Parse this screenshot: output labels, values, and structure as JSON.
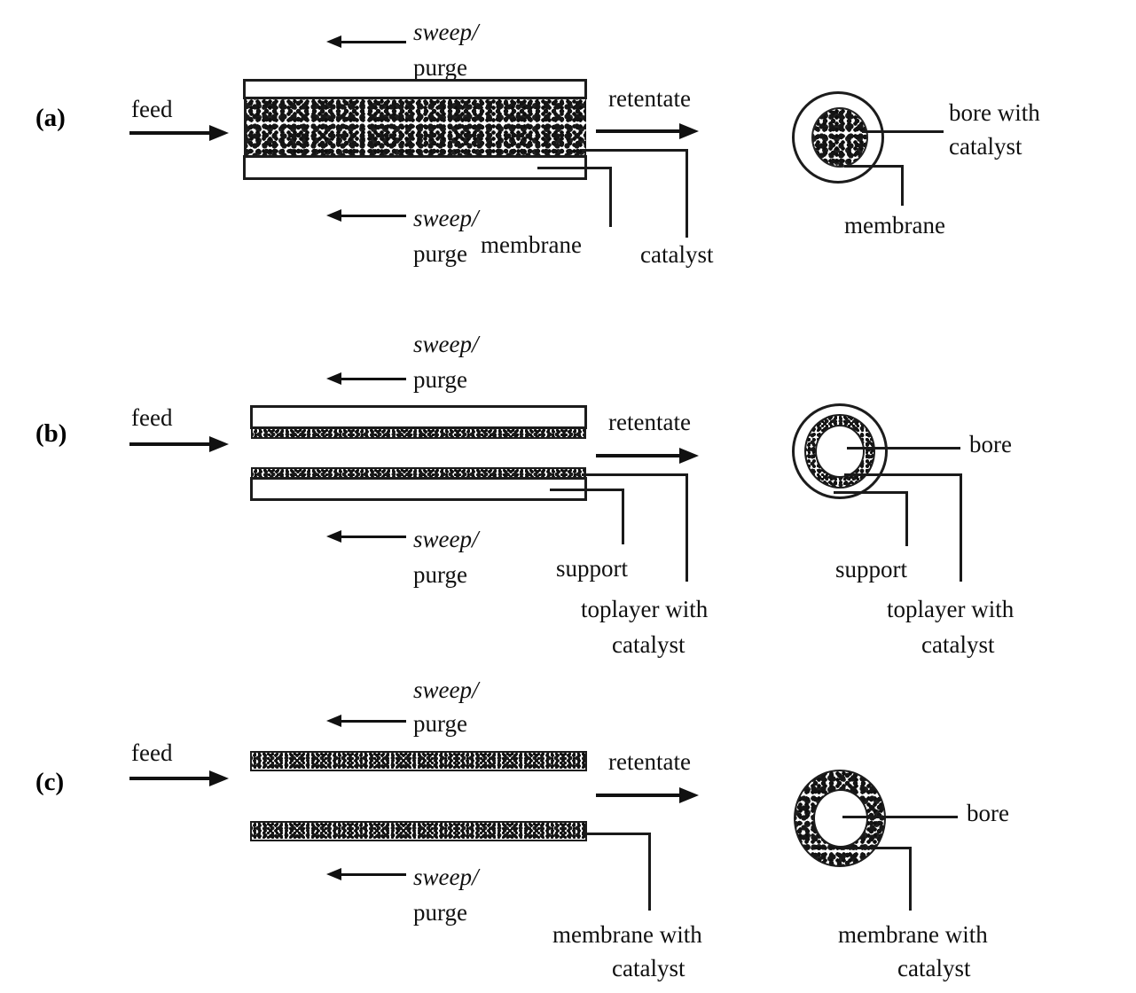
{
  "figure": {
    "type": "schematic-diagram",
    "subject": "Catalytic membrane reactor configurations",
    "panels": [
      {
        "id": "(a)",
        "config": "packed-bed membrane reactor: catalyst pellets packed inside the membrane bore",
        "inlet_label": "feed",
        "outlet_label": "retentate",
        "sweep_top_line1": "sweep/",
        "sweep_top_line2": "purge",
        "sweep_bottom_line1": "sweep/",
        "sweep_bottom_line2": "purge",
        "side_callouts": [
          "membrane",
          "catalyst"
        ],
        "cross_section_callouts": [
          "bore with",
          "catalyst",
          "membrane"
        ]
      },
      {
        "id": "(b)",
        "config": "catalytic toplayer on a support: thin catalytic toplayer faces the open bore",
        "inlet_label": "feed",
        "outlet_label": "retentate",
        "sweep_top_line1": "sweep/",
        "sweep_top_line2": "purge",
        "sweep_bottom_line1": "sweep/",
        "sweep_bottom_line2": "purge",
        "side_callouts": [
          "support",
          "toplayer with",
          "catalyst"
        ],
        "cross_section_callouts": [
          "bore",
          "support",
          "toplayer with",
          "catalyst"
        ]
      },
      {
        "id": "(c)",
        "config": "intrinsically catalytic membrane: catalyst dispersed throughout the whole membrane wall",
        "inlet_label": "feed",
        "outlet_label": "retentate",
        "sweep_top_line1": "sweep/",
        "sweep_top_line2": "purge",
        "sweep_bottom_line1": "sweep/",
        "sweep_bottom_line2": "purge",
        "side_callouts": [
          "membrane with",
          "catalyst"
        ],
        "cross_section_callouts": [
          "bore",
          "membrane with",
          "catalyst"
        ]
      }
    ],
    "colors": {
      "ink": "#111111",
      "line": "#1c1c1c",
      "background": "#ffffff"
    }
  },
  "panel_a": {
    "id": "(a)",
    "feed": "feed",
    "retentate": "retentate",
    "sweep_top": "sweep/",
    "purge_top": "purge",
    "sweep_bottom": "sweep/",
    "purge_bottom": "purge",
    "membrane": "membrane",
    "catalyst": "catalyst",
    "xsec_bore_1": "bore with",
    "xsec_bore_2": "catalyst",
    "xsec_membrane": "membrane"
  },
  "panel_b": {
    "id": "(b)",
    "feed": "feed",
    "retentate": "retentate",
    "sweep_top": "sweep/",
    "purge_top": "purge",
    "sweep_bottom": "sweep/",
    "purge_bottom": "purge",
    "support": "support",
    "toplayer_1": "toplayer with",
    "toplayer_2": "catalyst",
    "xsec_bore": "bore",
    "xsec_support": "support",
    "xsec_toplayer_1": "toplayer with",
    "xsec_toplayer_2": "catalyst"
  },
  "panel_c": {
    "id": "(c)",
    "feed": "feed",
    "retentate": "retentate",
    "sweep_top": "sweep/",
    "purge_top": "purge",
    "sweep_bottom": "sweep/",
    "purge_bottom": "purge",
    "membrane_1": "membrane with",
    "membrane_2": "catalyst",
    "xsec_bore": "bore",
    "xsec_membrane_1": "membrane with",
    "xsec_membrane_2": "catalyst"
  }
}
